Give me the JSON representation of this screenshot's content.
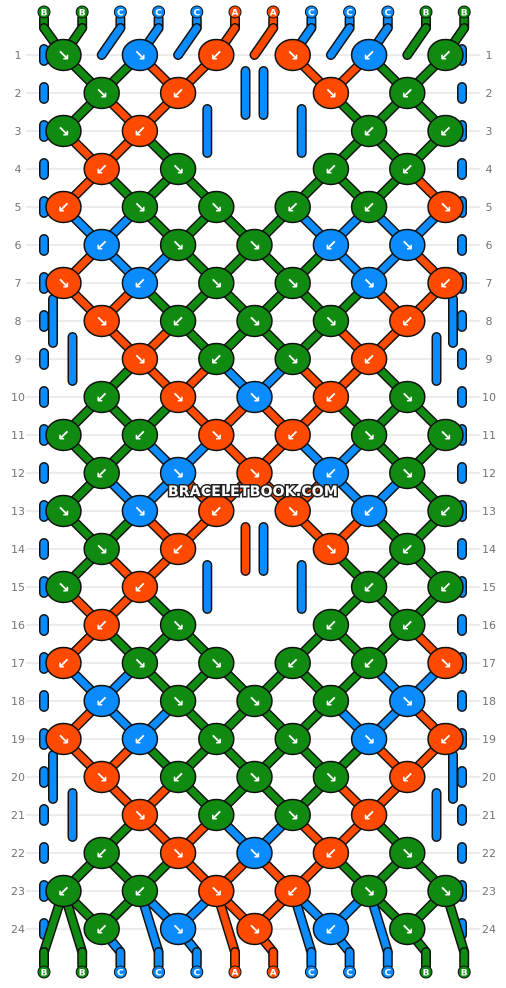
{
  "colors": {
    "B": "#108a10",
    "C": "#0a8cff",
    "A": "#ff4a00",
    "arrow": "#ffffff",
    "outline": "#111111",
    "grid": "#d8d8d8",
    "row_number": "#777777"
  },
  "watermark": "BRACELETBOOK.COM",
  "strands_top": [
    "B",
    "B",
    "C",
    "C",
    "C",
    "A",
    "A",
    "C",
    "C",
    "C",
    "B",
    "B"
  ],
  "strands_bottom": [
    "B",
    "B",
    "C",
    "C",
    "C",
    "A",
    "A",
    "C",
    "C",
    "C",
    "B",
    "B"
  ],
  "row_numbers": [
    "1",
    "2",
    "3",
    "4",
    "5",
    "6",
    "7",
    "8",
    "9",
    "10",
    "11",
    "12",
    "13",
    "14",
    "15",
    "16",
    "17",
    "18",
    "19",
    "20",
    "21",
    "22",
    "23",
    "24"
  ],
  "knots": [
    {
      "row": 1,
      "col": 0,
      "color": "B",
      "dir": "↘"
    },
    {
      "row": 1,
      "col": 2,
      "color": "C",
      "dir": "↘"
    },
    {
      "row": 1,
      "col": 4,
      "color": "A",
      "dir": "↙"
    },
    {
      "row": 1,
      "col": 6,
      "color": "A",
      "dir": "↘"
    },
    {
      "row": 1,
      "col": 8,
      "color": "C",
      "dir": "↙"
    },
    {
      "row": 1,
      "col": 10,
      "color": "B",
      "dir": "↙"
    },
    {
      "row": 2,
      "col": 1,
      "color": "B",
      "dir": "↘"
    },
    {
      "row": 2,
      "col": 3,
      "color": "A",
      "dir": "↙"
    },
    {
      "row": 2,
      "col": 7,
      "color": "A",
      "dir": "↘"
    },
    {
      "row": 2,
      "col": 9,
      "color": "B",
      "dir": "↙"
    },
    {
      "row": 3,
      "col": 0,
      "color": "B",
      "dir": "↘"
    },
    {
      "row": 3,
      "col": 2,
      "color": "A",
      "dir": "↙"
    },
    {
      "row": 3,
      "col": 8,
      "color": "B",
      "dir": "↙"
    },
    {
      "row": 3,
      "col": 10,
      "color": "B",
      "dir": "↙"
    },
    {
      "row": 4,
      "col": 1,
      "color": "A",
      "dir": "↙"
    },
    {
      "row": 4,
      "col": 3,
      "color": "B",
      "dir": "↘"
    },
    {
      "row": 4,
      "col": 7,
      "color": "B",
      "dir": "↙"
    },
    {
      "row": 4,
      "col": 9,
      "color": "B",
      "dir": "↙"
    },
    {
      "row": 5,
      "col": 0,
      "color": "A",
      "dir": "↙"
    },
    {
      "row": 5,
      "col": 2,
      "color": "B",
      "dir": "↘"
    },
    {
      "row": 5,
      "col": 4,
      "color": "B",
      "dir": "↘"
    },
    {
      "row": 5,
      "col": 6,
      "color": "B",
      "dir": "↙"
    },
    {
      "row": 5,
      "col": 8,
      "color": "B",
      "dir": "↙"
    },
    {
      "row": 5,
      "col": 10,
      "color": "A",
      "dir": "↘"
    },
    {
      "row": 6,
      "col": 1,
      "color": "C",
      "dir": "↙"
    },
    {
      "row": 6,
      "col": 3,
      "color": "B",
      "dir": "↘"
    },
    {
      "row": 6,
      "col": 5,
      "color": "B",
      "dir": "↘"
    },
    {
      "row": 6,
      "col": 7,
      "color": "C",
      "dir": "↙"
    },
    {
      "row": 6,
      "col": 9,
      "color": "C",
      "dir": "↘"
    },
    {
      "row": 7,
      "col": 0,
      "color": "A",
      "dir": "↘"
    },
    {
      "row": 7,
      "col": 2,
      "color": "C",
      "dir": "↙"
    },
    {
      "row": 7,
      "col": 4,
      "color": "B",
      "dir": "↘"
    },
    {
      "row": 7,
      "col": 6,
      "color": "B",
      "dir": "↘"
    },
    {
      "row": 7,
      "col": 8,
      "color": "C",
      "dir": "↘"
    },
    {
      "row": 7,
      "col": 10,
      "color": "A",
      "dir": "↙"
    },
    {
      "row": 8,
      "col": 1,
      "color": "A",
      "dir": "↘"
    },
    {
      "row": 8,
      "col": 3,
      "color": "B",
      "dir": "↙"
    },
    {
      "row": 8,
      "col": 5,
      "color": "B",
      "dir": "↘"
    },
    {
      "row": 8,
      "col": 7,
      "color": "B",
      "dir": "↘"
    },
    {
      "row": 8,
      "col": 9,
      "color": "A",
      "dir": "↙"
    },
    {
      "row": 9,
      "col": 2,
      "color": "A",
      "dir": "↘"
    },
    {
      "row": 9,
      "col": 4,
      "color": "B",
      "dir": "↙"
    },
    {
      "row": 9,
      "col": 6,
      "color": "B",
      "dir": "↘"
    },
    {
      "row": 9,
      "col": 8,
      "color": "A",
      "dir": "↙"
    },
    {
      "row": 10,
      "col": 1,
      "color": "B",
      "dir": "↙"
    },
    {
      "row": 10,
      "col": 3,
      "color": "A",
      "dir": "↘"
    },
    {
      "row": 10,
      "col": 5,
      "color": "C",
      "dir": "↘"
    },
    {
      "row": 10,
      "col": 7,
      "color": "A",
      "dir": "↙"
    },
    {
      "row": 10,
      "col": 9,
      "color": "B",
      "dir": "↘"
    },
    {
      "row": 11,
      "col": 0,
      "color": "B",
      "dir": "↙"
    },
    {
      "row": 11,
      "col": 2,
      "color": "B",
      "dir": "↙"
    },
    {
      "row": 11,
      "col": 4,
      "color": "A",
      "dir": "↘"
    },
    {
      "row": 11,
      "col": 6,
      "color": "A",
      "dir": "↙"
    },
    {
      "row": 11,
      "col": 8,
      "color": "B",
      "dir": "↘"
    },
    {
      "row": 11,
      "col": 10,
      "color": "B",
      "dir": "↘"
    },
    {
      "row": 12,
      "col": 1,
      "color": "B",
      "dir": "↙"
    },
    {
      "row": 12,
      "col": 3,
      "color": "C",
      "dir": "↘"
    },
    {
      "row": 12,
      "col": 5,
      "color": "A",
      "dir": "↘"
    },
    {
      "row": 12,
      "col": 7,
      "color": "C",
      "dir": "↙"
    },
    {
      "row": 12,
      "col": 9,
      "color": "B",
      "dir": "↘"
    },
    {
      "row": 13,
      "col": 0,
      "color": "B",
      "dir": "↘"
    },
    {
      "row": 13,
      "col": 2,
      "color": "C",
      "dir": "↘"
    },
    {
      "row": 13,
      "col": 4,
      "color": "A",
      "dir": "↙"
    },
    {
      "row": 13,
      "col": 6,
      "color": "A",
      "dir": "↘"
    },
    {
      "row": 13,
      "col": 8,
      "color": "C",
      "dir": "↙"
    },
    {
      "row": 13,
      "col": 10,
      "color": "B",
      "dir": "↙"
    },
    {
      "row": 14,
      "col": 1,
      "color": "B",
      "dir": "↘"
    },
    {
      "row": 14,
      "col": 3,
      "color": "A",
      "dir": "↙"
    },
    {
      "row": 14,
      "col": 7,
      "color": "A",
      "dir": "↘"
    },
    {
      "row": 14,
      "col": 9,
      "color": "B",
      "dir": "↙"
    },
    {
      "row": 15,
      "col": 0,
      "color": "B",
      "dir": "↘"
    },
    {
      "row": 15,
      "col": 2,
      "color": "A",
      "dir": "↙"
    },
    {
      "row": 15,
      "col": 8,
      "color": "B",
      "dir": "↙"
    },
    {
      "row": 15,
      "col": 10,
      "color": "B",
      "dir": "↙"
    },
    {
      "row": 16,
      "col": 1,
      "color": "A",
      "dir": "↙"
    },
    {
      "row": 16,
      "col": 3,
      "color": "B",
      "dir": "↘"
    },
    {
      "row": 16,
      "col": 7,
      "color": "B",
      "dir": "↙"
    },
    {
      "row": 16,
      "col": 9,
      "color": "B",
      "dir": "↙"
    },
    {
      "row": 17,
      "col": 0,
      "color": "A",
      "dir": "↙"
    },
    {
      "row": 17,
      "col": 2,
      "color": "B",
      "dir": "↘"
    },
    {
      "row": 17,
      "col": 4,
      "color": "B",
      "dir": "↘"
    },
    {
      "row": 17,
      "col": 6,
      "color": "B",
      "dir": "↙"
    },
    {
      "row": 17,
      "col": 8,
      "color": "B",
      "dir": "↙"
    },
    {
      "row": 17,
      "col": 10,
      "color": "A",
      "dir": "↘"
    },
    {
      "row": 18,
      "col": 1,
      "color": "C",
      "dir": "↙"
    },
    {
      "row": 18,
      "col": 3,
      "color": "B",
      "dir": "↘"
    },
    {
      "row": 18,
      "col": 5,
      "color": "B",
      "dir": "↘"
    },
    {
      "row": 18,
      "col": 7,
      "color": "B",
      "dir": "↙"
    },
    {
      "row": 18,
      "col": 9,
      "color": "C",
      "dir": "↘"
    },
    {
      "row": 19,
      "col": 0,
      "color": "A",
      "dir": "↘"
    },
    {
      "row": 19,
      "col": 2,
      "color": "C",
      "dir": "↙"
    },
    {
      "row": 19,
      "col": 4,
      "color": "B",
      "dir": "↘"
    },
    {
      "row": 19,
      "col": 6,
      "color": "B",
      "dir": "↘"
    },
    {
      "row": 19,
      "col": 8,
      "color": "C",
      "dir": "↘"
    },
    {
      "row": 19,
      "col": 10,
      "color": "A",
      "dir": "↙"
    },
    {
      "row": 20,
      "col": 1,
      "color": "A",
      "dir": "↘"
    },
    {
      "row": 20,
      "col": 3,
      "color": "B",
      "dir": "↙"
    },
    {
      "row": 20,
      "col": 5,
      "color": "B",
      "dir": "↘"
    },
    {
      "row": 20,
      "col": 7,
      "color": "B",
      "dir": "↘"
    },
    {
      "row": 20,
      "col": 9,
      "color": "A",
      "dir": "↙"
    },
    {
      "row": 21,
      "col": 2,
      "color": "A",
      "dir": "↘"
    },
    {
      "row": 21,
      "col": 4,
      "color": "B",
      "dir": "↙"
    },
    {
      "row": 21,
      "col": 6,
      "color": "B",
      "dir": "↘"
    },
    {
      "row": 21,
      "col": 8,
      "color": "A",
      "dir": "↙"
    },
    {
      "row": 22,
      "col": 1,
      "color": "B",
      "dir": "↙"
    },
    {
      "row": 22,
      "col": 3,
      "color": "A",
      "dir": "↘"
    },
    {
      "row": 22,
      "col": 5,
      "color": "C",
      "dir": "↘"
    },
    {
      "row": 22,
      "col": 7,
      "color": "A",
      "dir": "↙"
    },
    {
      "row": 22,
      "col": 9,
      "color": "B",
      "dir": "↘"
    },
    {
      "row": 23,
      "col": 0,
      "color": "B",
      "dir": "↙"
    },
    {
      "row": 23,
      "col": 2,
      "color": "B",
      "dir": "↙"
    },
    {
      "row": 23,
      "col": 4,
      "color": "A",
      "dir": "↘"
    },
    {
      "row": 23,
      "col": 6,
      "color": "A",
      "dir": "↙"
    },
    {
      "row": 23,
      "col": 8,
      "color": "B",
      "dir": "↘"
    },
    {
      "row": 23,
      "col": 10,
      "color": "B",
      "dir": "↘"
    },
    {
      "row": 24,
      "col": 1,
      "color": "B",
      "dir": "↙"
    },
    {
      "row": 24,
      "col": 3,
      "color": "C",
      "dir": "↘"
    },
    {
      "row": 24,
      "col": 5,
      "color": "A",
      "dir": "↘"
    },
    {
      "row": 24,
      "col": 7,
      "color": "C",
      "dir": "↙"
    },
    {
      "row": 24,
      "col": 9,
      "color": "B",
      "dir": "↘"
    }
  ],
  "bypass_strands": [
    {
      "row": 2,
      "col": 5,
      "color": "C",
      "side": "left"
    },
    {
      "row": 2,
      "col": 5,
      "color": "C",
      "side": "right"
    },
    {
      "row": 3,
      "col": 4,
      "color": "C",
      "side": "left"
    },
    {
      "row": 3,
      "col": 6,
      "color": "C",
      "side": "right"
    },
    {
      "row": 8,
      "col": -1,
      "color": "C",
      "side": "right"
    },
    {
      "row": 8,
      "col": 11,
      "color": "C",
      "side": "left"
    },
    {
      "row": 9,
      "col": 0,
      "color": "C",
      "side": "right"
    },
    {
      "row": 9,
      "col": 10,
      "color": "C",
      "side": "left"
    },
    {
      "row": 14,
      "col": 5,
      "color": "A",
      "side": "left"
    },
    {
      "row": 14,
      "col": 5,
      "color": "C",
      "side": "right"
    },
    {
      "row": 15,
      "col": 4,
      "color": "C",
      "side": "left"
    },
    {
      "row": 15,
      "col": 6,
      "color": "C",
      "side": "right"
    },
    {
      "row": 20,
      "col": -1,
      "color": "C",
      "side": "right"
    },
    {
      "row": 20,
      "col": 11,
      "color": "C",
      "side": "left"
    },
    {
      "row": 21,
      "col": 0,
      "color": "C",
      "side": "right"
    },
    {
      "row": 21,
      "col": 10,
      "color": "C",
      "side": "left"
    }
  ]
}
